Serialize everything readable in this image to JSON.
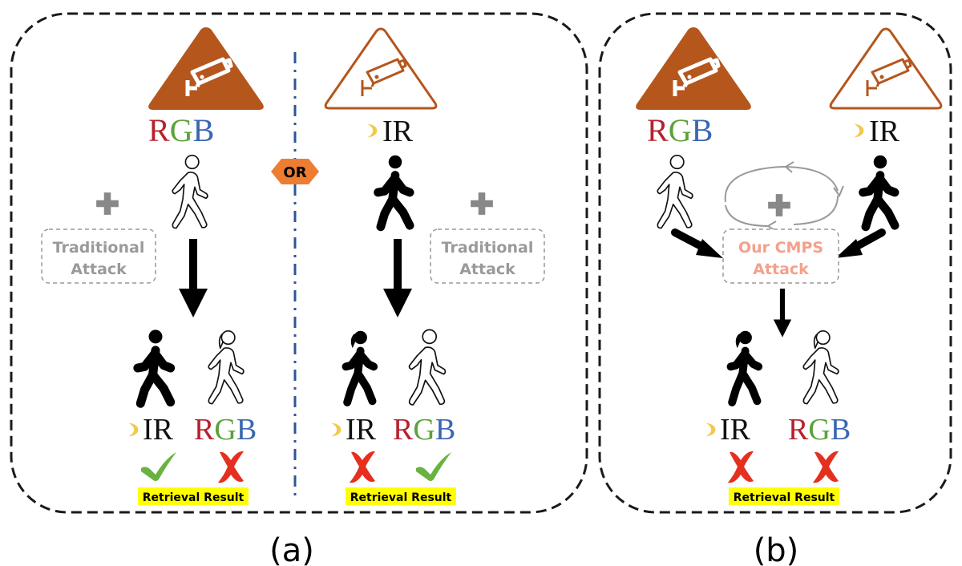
{
  "colors": {
    "camera_solid": "#b5561d",
    "camera_outline": "#b5561d",
    "rgb_r": "#b5222d",
    "rgb_g": "#5aa23a",
    "rgb_b": "#3a67b3",
    "moon": "#f2c94c",
    "divider": "#2f5597",
    "or_badge": "#ee7d31",
    "check": "#6ab23f",
    "cross": "#e53020",
    "result_highlight": "#ffff00",
    "cmps_text": "#f4a08a",
    "plus": "#888888",
    "frame": "#1a1a1a"
  },
  "panel_a": {
    "caption": "(a)",
    "or_label": "OR",
    "left": {
      "modality": {
        "r": "R",
        "g": "G",
        "b": "B"
      },
      "attack_line1": "Traditional",
      "attack_line2": "Attack",
      "result_ir": "IR",
      "result_rgb": {
        "r": "R",
        "g": "G",
        "b": "B"
      },
      "result_label": "Retrieval Result"
    },
    "right": {
      "modality": "IR",
      "attack_line1": "Traditional",
      "attack_line2": "Attack",
      "result_ir": "IR",
      "result_rgb": {
        "r": "R",
        "g": "G",
        "b": "B"
      },
      "result_label": "Retrieval Result"
    }
  },
  "panel_b": {
    "caption": "(b)",
    "modality_rgb": {
      "r": "R",
      "g": "G",
      "b": "B"
    },
    "modality_ir": "IR",
    "attack_line1": "Our CMPS",
    "attack_line2": "Attack",
    "result_ir": "IR",
    "result_rgb": {
      "r": "R",
      "g": "G",
      "b": "B"
    },
    "result_label": "Retrieval Result"
  }
}
